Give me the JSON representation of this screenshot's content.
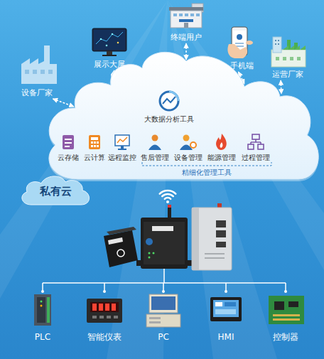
{
  "diagram": {
    "nodes": [
      {
        "text": [
          "终端用户"
        ]
      },
      {
        "text": [
          "展示大屏"
        ]
      },
      {
        "text": [
          "手机端"
        ]
      },
      {
        "text": [
          "运营厂家"
        ]
      },
      {
        "text": [
          "设备厂家"
        ]
      },
      {
        "text": [
          "大数据分析工具",
          "云存储",
          "云计算",
          "远程监控",
          "售后管理",
          "设备管理",
          "能源管理",
          "过程管理",
          "精细化管理工具"
        ]
      },
      {
        "text": [
          "私有云"
        ]
      }
    ],
    "edges": [
      {
        "from": 0,
        "to": 5,
        "arrow": "both"
      },
      {
        "from": 1,
        "to": 5,
        "arrow": "both"
      },
      {
        "from": 2,
        "to": 5,
        "arrow": "both"
      },
      {
        "from": 3,
        "to": 5,
        "arrow": "both"
      },
      {
        "from": 4,
        "to": 5,
        "arrow": "both"
      }
    ],
    "labels": [
      "PLC",
      "智能仪表",
      "PC",
      "HMI",
      "控制器"
    ]
  }
}
